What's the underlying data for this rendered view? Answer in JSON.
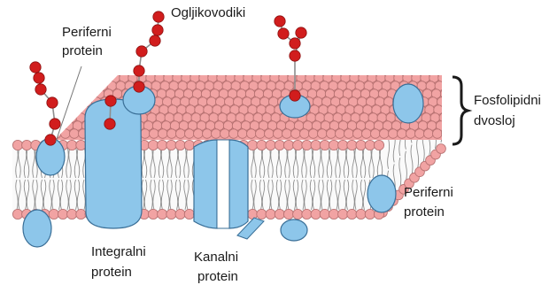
{
  "labels": {
    "carbohydrates": "Ogljikovodiki",
    "peripheral_top_1": "Periferni",
    "peripheral_top_2": "protein",
    "bilayer_1": "Fosfolipidni",
    "bilayer_2": "dvosloj",
    "peripheral_right_1": "Periferni",
    "peripheral_right_2": "protein",
    "integral_1": "Integralni",
    "integral_2": "protein",
    "channel_1": "Kanalni",
    "channel_2": "protein"
  },
  "colors": {
    "head_fill": "#f1a3a3",
    "head_stroke": "#b46f6f",
    "protein_fill": "#8dc6ea",
    "protein_stroke": "#3a6f97",
    "sugar": "#d11d1d",
    "tail": "#8e8e8e",
    "text": "#1a1a1a"
  }
}
